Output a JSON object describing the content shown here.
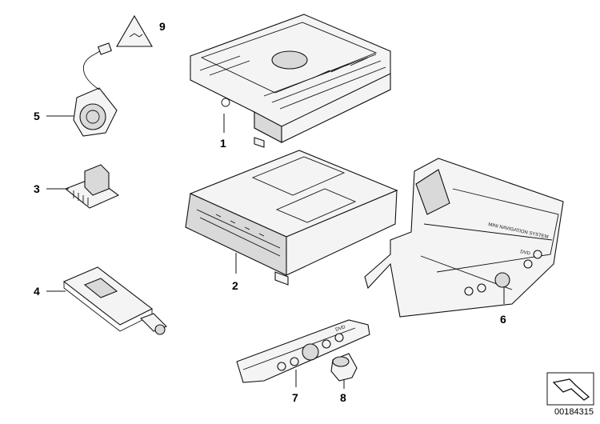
{
  "diagram": {
    "callouts": [
      "1",
      "2",
      "3",
      "4",
      "5",
      "6",
      "7",
      "8",
      "9"
    ],
    "diagram_id": "00184315",
    "console_label": "MINI NAVIGATION SYSTEM",
    "dvd_label_console": "DVD",
    "dvd_label_remote": "DVD"
  }
}
